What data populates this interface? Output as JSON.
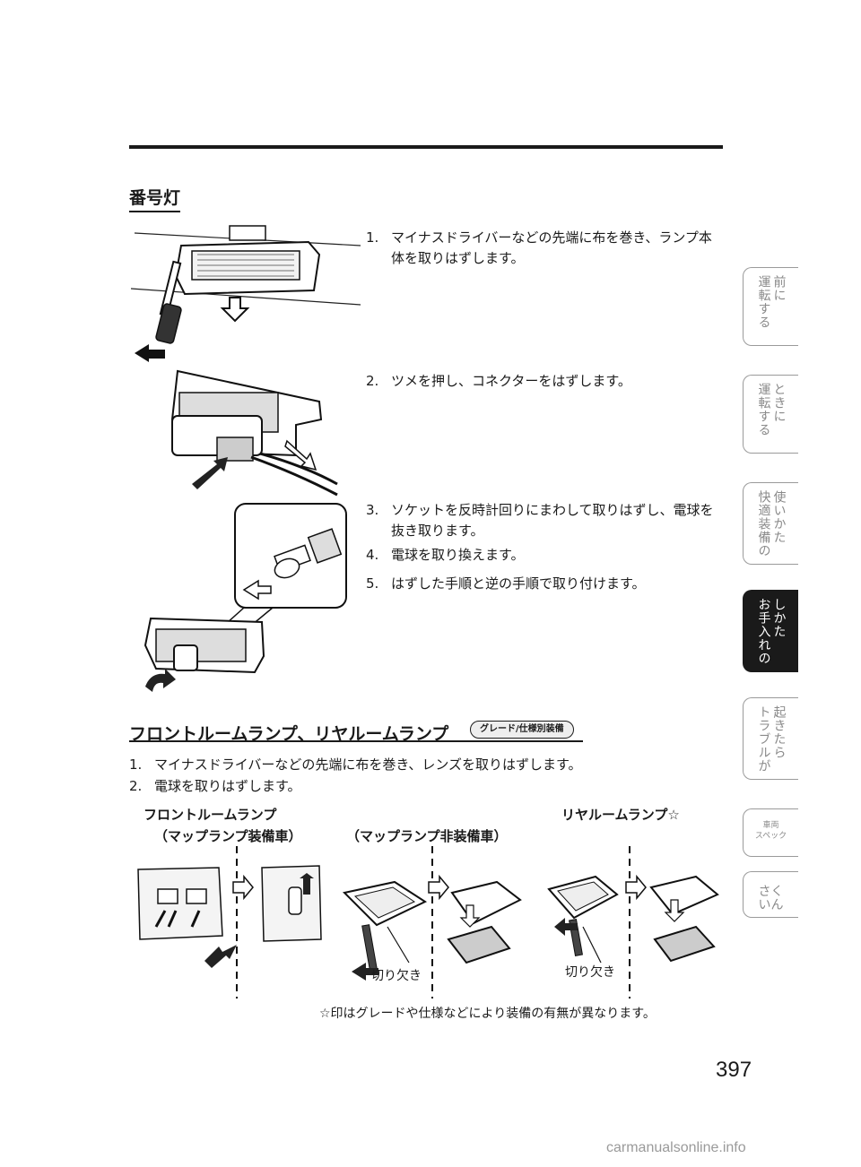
{
  "section1": {
    "title": "番号灯",
    "steps": [
      {
        "num": "1.",
        "text": "マイナスドライバーなどの先端に布を巻き、ランプ本体を取りはずします。"
      },
      {
        "num": "2.",
        "text": "ツメを押し、コネクターをはずします。"
      },
      {
        "num": "3.",
        "text": "ソケットを反時計回りにまわして取りはずし、電球を抜き取ります。"
      },
      {
        "num": "4.",
        "text": "電球を取り換えます。"
      },
      {
        "num": "5.",
        "text": "はずした手順と逆の手順で取り付けます。"
      }
    ]
  },
  "section2": {
    "title": "フロントルームランプ、リヤルームランプ",
    "badge": "グレード/仕様別装備",
    "steps": [
      {
        "num": "1.",
        "text": "マイナスドライバーなどの先端に布を巻き、レンズを取りはずします。"
      },
      {
        "num": "2.",
        "text": "電球を取りはずします。"
      }
    ],
    "labels": {
      "front": "フロントルームランプ",
      "rear": "リヤルームランプ☆",
      "with_map": "（マップランプ装備車）",
      "without_map": "（マップランプ非装備車）",
      "notch1": "切り欠き",
      "notch2": "切り欠き",
      "footnote": "☆印はグレードや仕様などにより装備の有無が異なります。"
    }
  },
  "page_number": "397",
  "tabs": [
    {
      "col1": "運転する",
      "col2": "前に"
    },
    {
      "col1": "運転する",
      "col2": "ときに"
    },
    {
      "col1": "快適装備の",
      "col2": "使いかた"
    },
    {
      "col1": "お手入れの",
      "col2": "しかた"
    },
    {
      "col1": "トラブルが",
      "col2": "起きたら"
    },
    {
      "line1": "車両",
      "line2": "スペック"
    },
    {
      "col1": "さく",
      "col2": "いん"
    }
  ],
  "watermark": "carmanualsonline.info"
}
